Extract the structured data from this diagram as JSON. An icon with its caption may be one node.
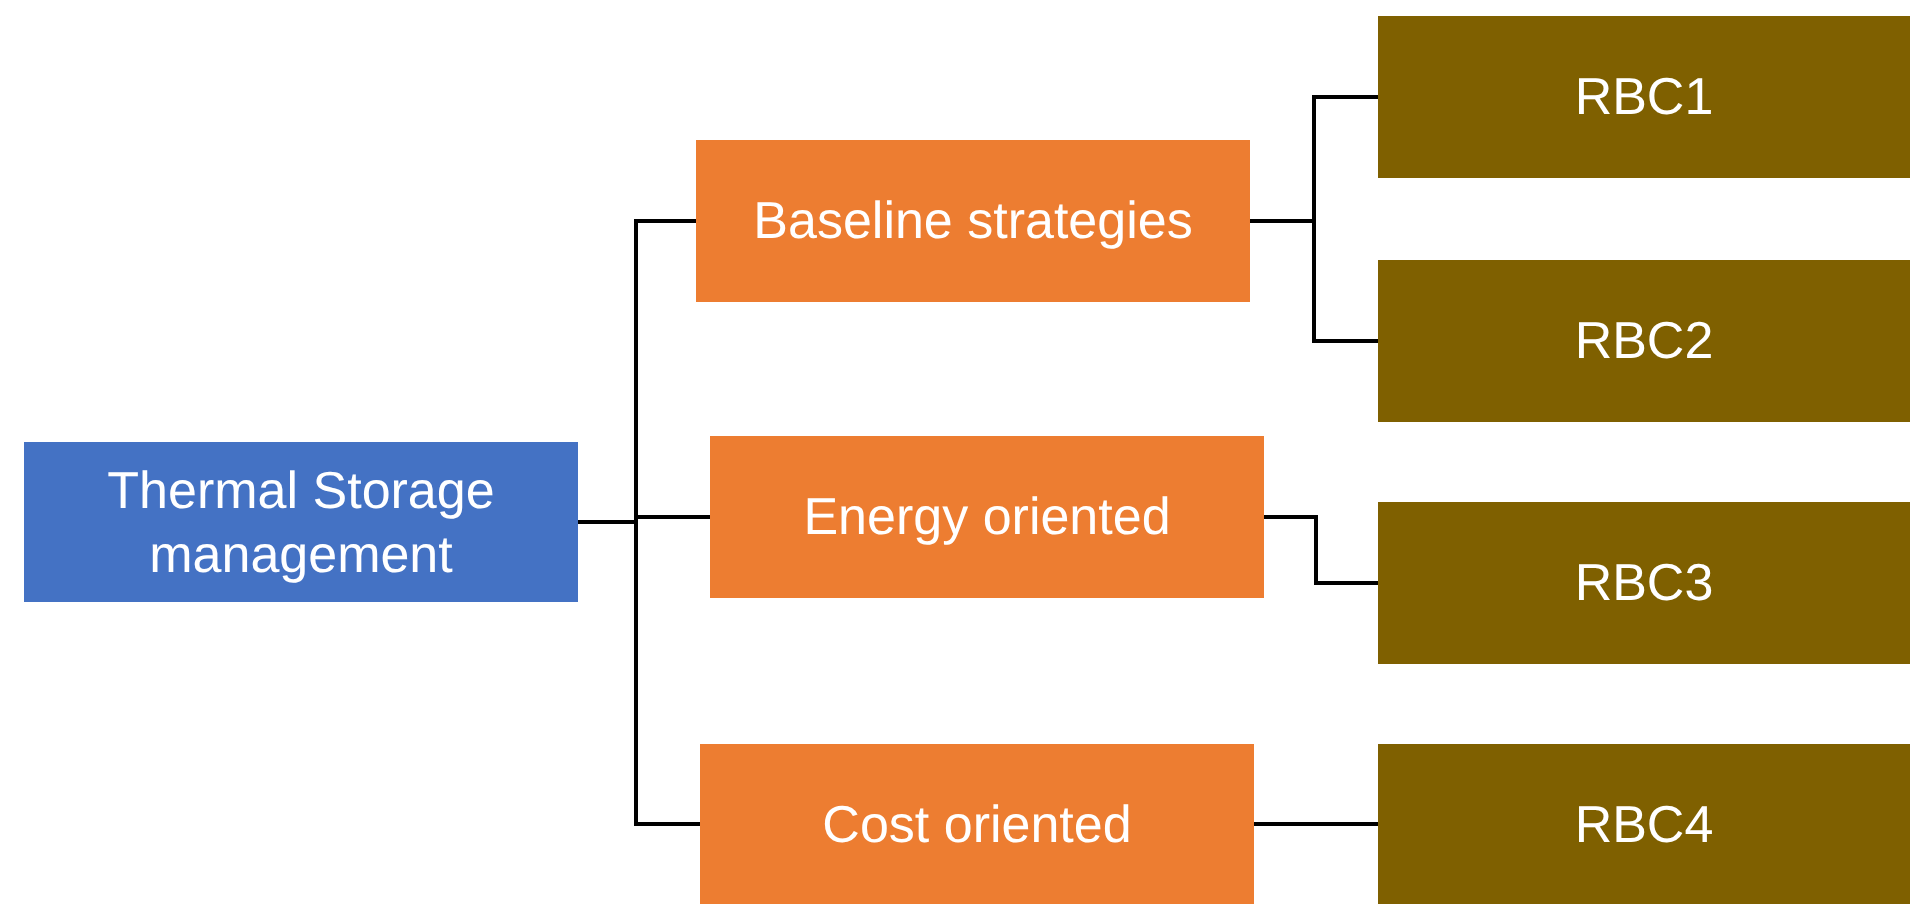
{
  "diagram": {
    "nodes": [
      {
        "text": [
          "Thermal Storage management"
        ]
      },
      {
        "text": [
          "Baseline strategies"
        ]
      },
      {
        "text": [
          "Energy oriented"
        ]
      },
      {
        "text": [
          "Cost oriented"
        ]
      },
      {
        "text": [
          "RBC1"
        ]
      },
      {
        "text": [
          "RBC2"
        ]
      },
      {
        "text": [
          "RBC3"
        ]
      },
      {
        "text": [
          "RBC4"
        ]
      }
    ],
    "edges": [
      {
        "from": 0,
        "to": 1,
        "arrow": "none"
      },
      {
        "from": 0,
        "to": 2,
        "arrow": "none"
      },
      {
        "from": 0,
        "to": 3,
        "arrow": "none"
      },
      {
        "from": 1,
        "to": 4,
        "arrow": "none"
      },
      {
        "from": 1,
        "to": 5,
        "arrow": "none"
      },
      {
        "from": 2,
        "to": 6,
        "arrow": "none"
      },
      {
        "from": 3,
        "to": 7,
        "arrow": "none"
      }
    ]
  }
}
